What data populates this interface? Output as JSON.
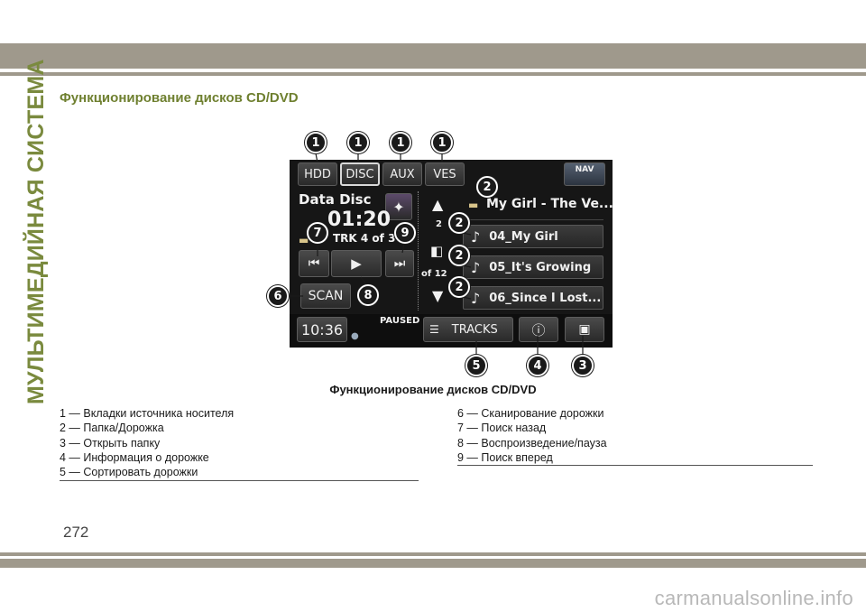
{
  "side_title": "МУЛЬТИМЕДИЙНАЯ СИСТЕМА",
  "section_title": "Функционирование дисков CD/DVD",
  "figure": {
    "caption": "Функционирование дисков CD/DVD",
    "screen": {
      "source_tabs": [
        "HDD",
        "DISC",
        "AUX",
        "VES"
      ],
      "active_tab": "DISC",
      "nav_label": "NAV",
      "disc_title": "Data Disc",
      "elapsed_time": "01:20",
      "track_info": "TRK 4 of 36",
      "scan_label": "SCAN",
      "clock": "10:36",
      "status": "PAUSED",
      "tracks_label": "TRACKS",
      "folder_item": "My Girl - The Ve...",
      "list_index_top": "2",
      "list_index_bottom": "of  12",
      "track_list": [
        "04_My Girl",
        "05_It's Growing",
        "06_Since I Lost..."
      ]
    },
    "callouts": [
      "1",
      "1",
      "1",
      "1",
      "2",
      "2",
      "2",
      "2",
      "3",
      "4",
      "5",
      "6",
      "7",
      "8",
      "9"
    ]
  },
  "legend_left": [
    "1 — Вкладки источника носителя",
    "2 — Папка/Дорожка",
    "3 — Открыть папку",
    "4 — Информация о дорожке",
    "5 — Сортировать дорожки"
  ],
  "legend_right": [
    "6 — Сканирование дорожки",
    "7 — Поиск назад",
    "8 — Воспроизведение/пауза",
    "9 — Поиск вперед"
  ],
  "page_number": "272",
  "watermark": "carmanualsonline.info",
  "colors": {
    "accent_green": "#6f8030",
    "bar_gray": "#9f998c",
    "screen_bg": "#161616"
  }
}
